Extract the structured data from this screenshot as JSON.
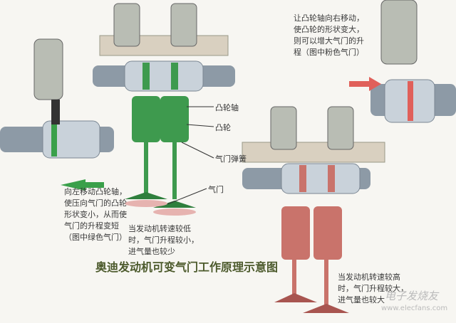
{
  "texts": {
    "right_top": "让凸轮轴向右移动，\n使凸轮的形状变大，\n则可以增大气门的升\n程（图中粉色气门）",
    "left": "向左移动凸轮轴，\n使压向气门的凸轮\n形状变小，从而使\n气门的升程变短\n（图中绿色气门）",
    "low_speed": "当发动机转速较低\n时，气门升程较小，\n进气量也较少",
    "high_speed": "当发动机转速较高\n时，气门升程较大，\n进气量也较大",
    "title": "奥迪发动机可变气门工作原理示意图"
  },
  "labels": {
    "camshaft": "凸轮轴",
    "cam": "凸轮",
    "valve_spring": "气门弹簧",
    "valve": "气门"
  },
  "watermark": {
    "name": "电子发烧友",
    "url": "www.elecfans.com"
  },
  "colors": {
    "green_valve": "#3e9a4e",
    "pink_valve": "#c9736b",
    "arrow_left": "#3aa04a",
    "arrow_right": "#e0605a",
    "title": "#4c5a2c"
  }
}
